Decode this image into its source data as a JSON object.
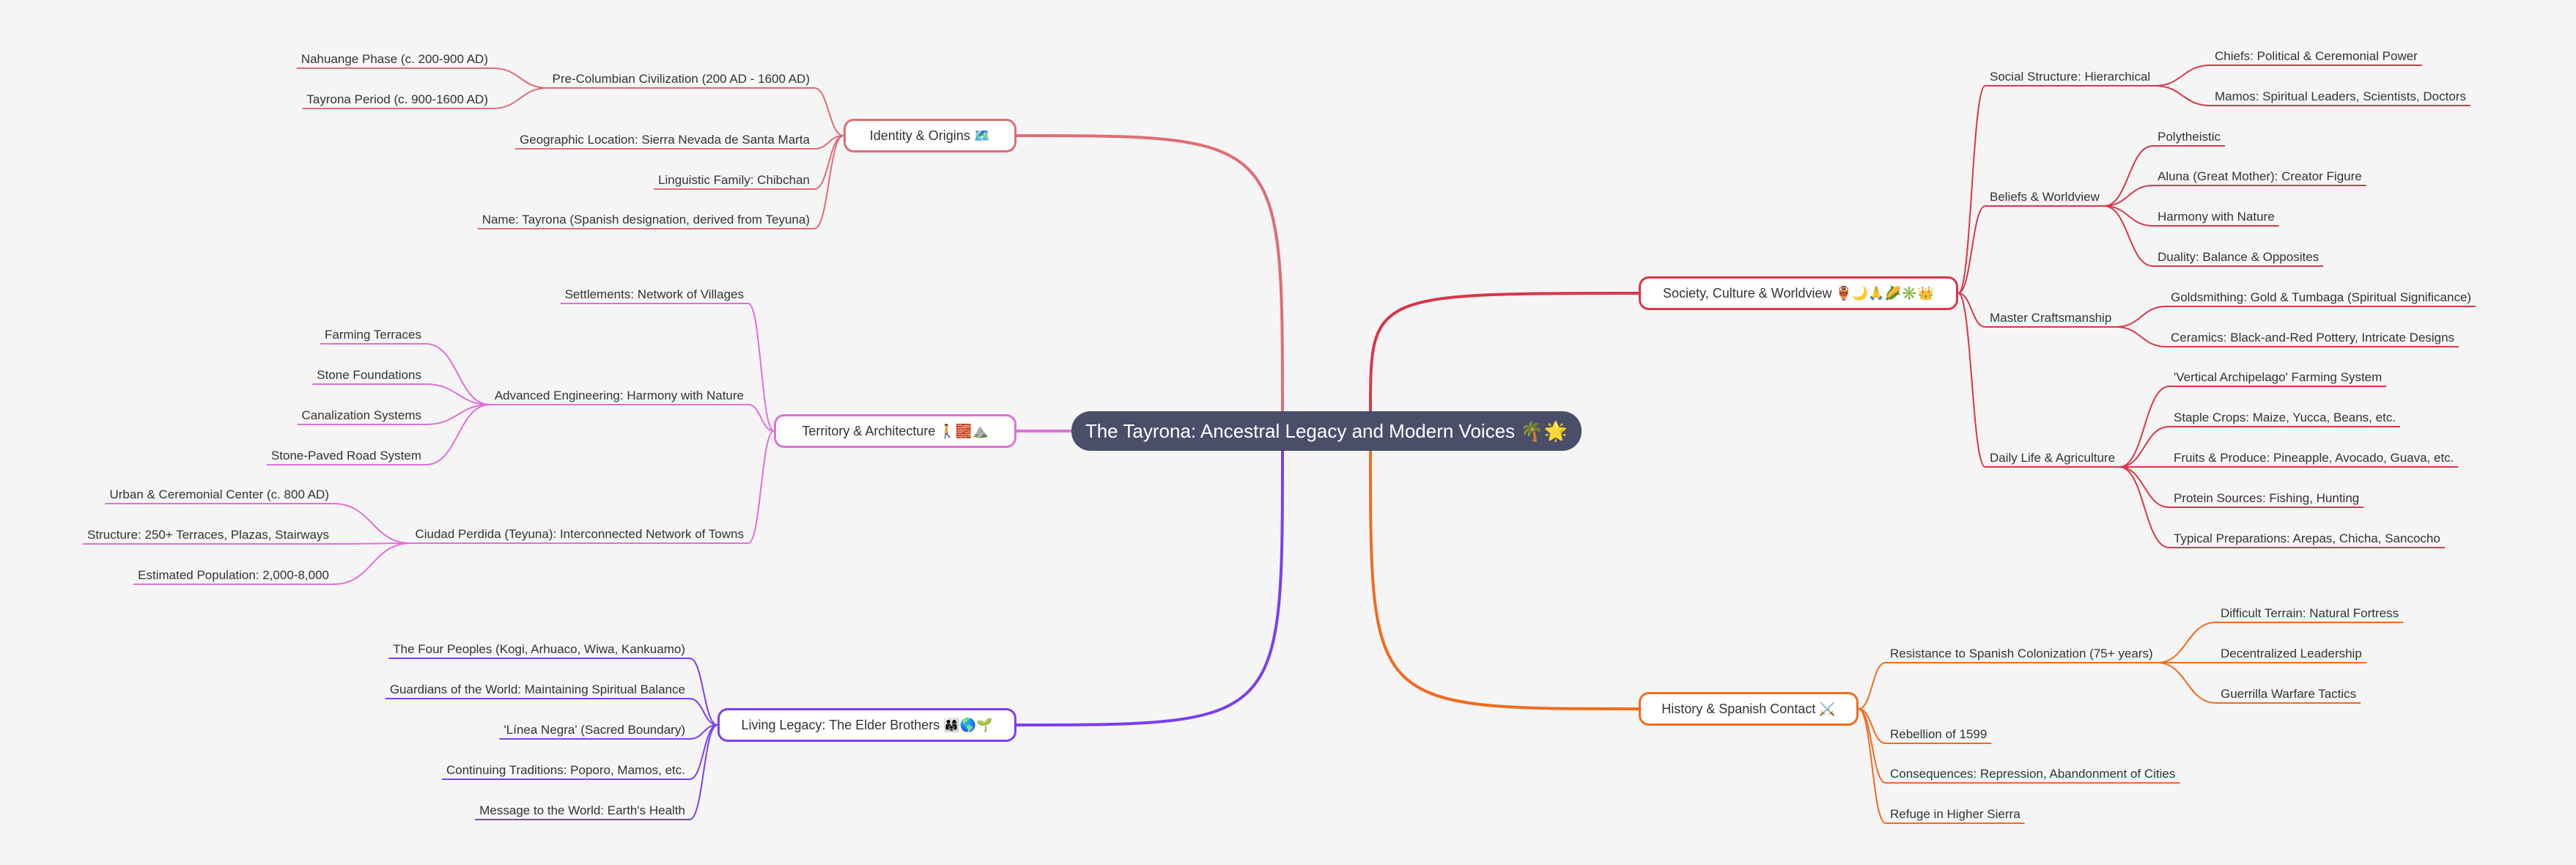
{
  "title": "The Tayrona: Ancestral Legacy and Modern Voices 🌴🌟",
  "colors": {
    "background": "#f5f5f5",
    "root_fill": "#4a4e69",
    "identity": "#e06c75",
    "territory": "#e070d8",
    "legacy": "#7b3ff2",
    "society": "#d9364a",
    "history": "#f26b1d"
  },
  "branches": {
    "identity": {
      "label": "Identity & Origins 🗺️",
      "children": [
        {
          "label": "Pre-Columbian Civilization (200 AD - 1600 AD)",
          "children": [
            {
              "label": "Nahuange Phase (c. 200-900 AD)"
            },
            {
              "label": "Tayrona Period (c. 900-1600 AD)"
            }
          ]
        },
        {
          "label": "Geographic Location: Sierra Nevada de Santa Marta"
        },
        {
          "label": "Linguistic Family: Chibchan"
        },
        {
          "label": "Name: Tayrona (Spanish designation, derived from Teyuna)"
        }
      ]
    },
    "territory": {
      "label": "Territory & Architecture 🚶🧱⛰️",
      "children": [
        {
          "label": "Settlements: Network of Villages"
        },
        {
          "label": "Advanced Engineering: Harmony with Nature",
          "children": [
            {
              "label": "Farming Terraces"
            },
            {
              "label": "Stone Foundations"
            },
            {
              "label": "Canalization Systems"
            },
            {
              "label": "Stone-Paved Road System"
            }
          ]
        },
        {
          "label": "Ciudad Perdida (Teyuna): Interconnected Network of Towns",
          "children": [
            {
              "label": "Urban & Ceremonial Center (c. 800 AD)"
            },
            {
              "label": "Structure: 250+ Terraces, Plazas, Stairways"
            },
            {
              "label": "Estimated Population: 2,000-8,000"
            }
          ]
        }
      ]
    },
    "legacy": {
      "label": "Living Legacy: The Elder Brothers 👨‍👩‍👧🌎🌱",
      "children": [
        {
          "label": "The Four Peoples (Kogi, Arhuaco, Wiwa, Kankuamo)"
        },
        {
          "label": "Guardians of the World: Maintaining Spiritual Balance"
        },
        {
          "label": "'Línea Negra' (Sacred Boundary)"
        },
        {
          "label": "Continuing Traditions: Poporo, Mamos, etc."
        },
        {
          "label": "Message to the World: Earth's Health"
        }
      ]
    },
    "society": {
      "label": "Society, Culture & Worldview 🏺🌙🙏🌽✳️👑",
      "children": [
        {
          "label": "Social Structure: Hierarchical",
          "children": [
            {
              "label": "Chiefs: Political & Ceremonial Power"
            },
            {
              "label": "Mamos: Spiritual Leaders, Scientists, Doctors"
            }
          ]
        },
        {
          "label": "Beliefs & Worldview",
          "children": [
            {
              "label": "Polytheistic"
            },
            {
              "label": "Aluna (Great Mother): Creator Figure"
            },
            {
              "label": "Harmony with Nature"
            },
            {
              "label": "Duality: Balance & Opposites"
            }
          ]
        },
        {
          "label": "Master Craftsmanship",
          "children": [
            {
              "label": "Goldsmithing: Gold & Tumbaga (Spiritual Significance)"
            },
            {
              "label": "Ceramics: Black-and-Red Pottery, Intricate Designs"
            }
          ]
        },
        {
          "label": "Daily Life & Agriculture",
          "children": [
            {
              "label": "'Vertical Archipelago' Farming System"
            },
            {
              "label": "Staple Crops: Maize, Yucca, Beans, etc."
            },
            {
              "label": "Fruits & Produce: Pineapple, Avocado, Guava, etc."
            },
            {
              "label": "Protein Sources: Fishing, Hunting"
            },
            {
              "label": "Typical Preparations: Arepas, Chicha, Sancocho"
            }
          ]
        }
      ]
    },
    "history": {
      "label": "History & Spanish Contact ⚔️",
      "children": [
        {
          "label": "Resistance to Spanish Colonization (75+ years)",
          "children": [
            {
              "label": "Difficult Terrain: Natural Fortress"
            },
            {
              "label": "Decentralized Leadership"
            },
            {
              "label": "Guerrilla Warfare Tactics"
            }
          ]
        },
        {
          "label": "Rebellion of 1599"
        },
        {
          "label": "Consequences: Repression, Abandonment of Cities"
        },
        {
          "label": "Refuge in Higher Sierra"
        }
      ]
    }
  }
}
